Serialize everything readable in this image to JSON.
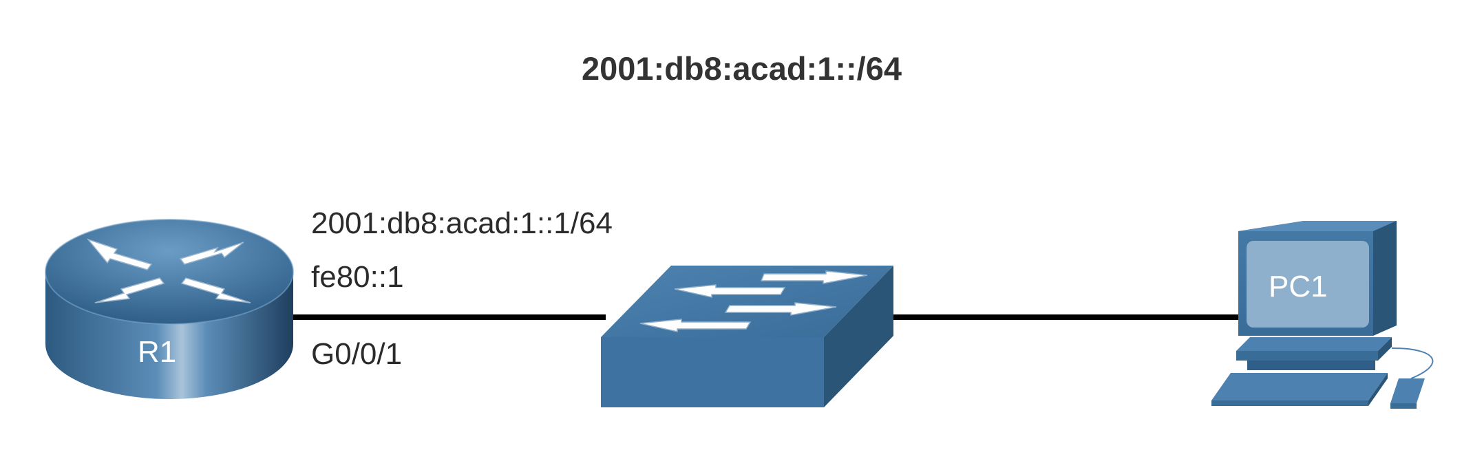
{
  "subnet": {
    "prefix": "2001:db8:acad:1::/64"
  },
  "router": {
    "name": "R1",
    "gua": "2001:db8:acad:1::1/64",
    "lla": "fe80::1",
    "interface": "G0/0/1"
  },
  "switch": {
    "name": ""
  },
  "pc": {
    "name": "PC1"
  },
  "colors": {
    "device_blue": "#3f73a0",
    "device_dark": "#2c5478",
    "device_light": "#5d8db5",
    "link": "#000000",
    "text": "#2b2b2b"
  }
}
